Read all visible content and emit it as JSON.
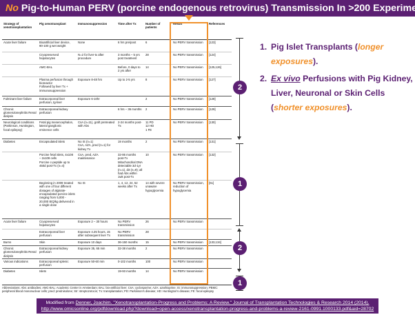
{
  "banner": {
    "no_word": "No",
    "title_rest": "Pig-to-Human PERV (porcine endogenous retrovirus) Transmission In >200 Experimental Subjects"
  },
  "table": {
    "headers": [
      "Strategy of xenotransplantation",
      "Pig xenotransplant",
      "Immunosuppression",
      "Time after Tx",
      "Number of patients",
      "Result",
      "References"
    ],
    "rows": [
      {
        "strategy": "Acute liver failure",
        "xeno": "Bioartificial liver device, 90-100 g wet weight",
        "immuno": "None",
        "time": "6 hrs pre/post",
        "num": "6",
        "result": "No PERV transmission",
        "ref": "[123]"
      },
      {
        "strategy": "",
        "xeno": "Cryopreserved hepatocytes",
        "immuno": "N=2 for liver-tx after procedure",
        "time": "3 months – 5 yrs post treatment",
        "num": "28",
        "result": "No PERV transmission",
        "ref": "[124]"
      },
      {
        "strategy": "",
        "xeno": "AMC-BAL",
        "immuno": "",
        "time": "Before, 0 days to 2 yrs after",
        "num": "14",
        "result": "No PERV transmission",
        "ref": "[125,126]"
      },
      {
        "strategy": "",
        "xeno": "Plasma perfusion through bioreactor",
        "xeno2": "Followed by liver Tx + immunosuppression",
        "immuno": "Exposure 8-48 hrs",
        "time": "Up to 2-5 yrs",
        "num": "8",
        "result": "No PERV transmission",
        "ref": "[127]"
      },
      {
        "strategy": "Fulminant liver failure",
        "xeno": "Extracorporeal liver perfusion, tg-liver",
        "immuno": "Exposure 6-10hr",
        "time": "",
        "num": "2",
        "result": "No PERV transmission",
        "ref": "[128]"
      },
      {
        "strategy": "Chronic glomerulonephritis Renal dialysis",
        "xeno": "Extracorporeal kidney perfusion",
        "immuno": "",
        "time": "6 hrs – 36 months",
        "num": "2",
        "result": "No PERV transmission",
        "ref": "[129]"
      },
      {
        "strategy": "Neurological conditions (Parkinson, Huntington, focal epilepsy)",
        "xeno": "Fetal pig mesencephalon, lateral ganglionic eminence cells",
        "immuno": "CsA (n=11), graft pretreated with Abs",
        "time": "2-24 months post-Tx",
        "num": "11 PD",
        "num2": "12 HD",
        "num3": "1 FE",
        "result": "No PERV transmission",
        "ref": "[130]"
      },
      {
        "strategy": "Diabetes",
        "xeno": "Encapsulated islets",
        "immuno": "No IS (n=1)",
        "immuno2": "CsA, AZA, pred (n=1) for kidney Tx",
        "time": "19 months",
        "num": "2",
        "result": "No PERV transmission",
        "ref": "[131]"
      },
      {
        "strategy": "",
        "xeno": "Porcine fetal islets, 4x108 – 2x109 cells",
        "xeno2": "Porcine c-peptide up to 450d post-Tx (n=4)",
        "immuno": "CsA, pred, AZA maintenance",
        "time": "32-86 months post-Tx",
        "time2": "Mitochondrial DNA detectable 3d-1yr (n=1), d3 (n=9); all had Abs within 1wk post-Tx",
        "num": "10",
        "result": "No PERV transmission",
        "ref": "[132]"
      },
      {
        "strategy": "",
        "xeno": "Beginning in 2009 treated with one of four different dosages of alginate-encapsulated porcine islets ranging from 5,000 - 20,000 IEQ/kg delivered in a single dose",
        "immuno": "No IS",
        "time": "1, 4, 12, 24, 52 weeks after Tx",
        "num": "14 with severe unaware hypoglycemia",
        "result": "No PERV transmission, reduction of hypoglycemia",
        "ref": "[61]"
      },
      {
        "strategy": "Acute liver failure",
        "xeno": "Cryopreserved hepatocytes",
        "immuno": "Exposure 2 – 30 hours",
        "time": "No PERV transmission",
        "num": "26",
        "result": "No PERV transmission",
        "ref": ""
      },
      {
        "strategy": "",
        "xeno": "Extracorporeal liver perfusion",
        "immuno": "Exposure 4.25 hours, 15 after subsequent liver Tx",
        "time": "No PERV transmission",
        "num": "28",
        "result": "",
        "ref": ""
      },
      {
        "strategy": "Burns",
        "xeno": "Skin",
        "immuno": "Exposure 10 days",
        "time": "36-150 months",
        "num": "15",
        "result": "No PERV transmission",
        "ref": "[133,134]"
      },
      {
        "strategy": "Chronic glomerulonephritis Renal dialysis",
        "xeno": "Extracorporeal kidney perfusion",
        "immuno": "Exposure 35, 65 min",
        "time": "32-38 months",
        "num": "2",
        "result": "No PERV transmission",
        "ref": ""
      },
      {
        "strategy": "Various indications",
        "xeno": "Extracorporeal splenic perfusion",
        "immuno": "Exposure 50-60 min",
        "time": "0-102 months",
        "num": "100",
        "result": "No PERV transmission",
        "ref": ""
      },
      {
        "strategy": "Diabetes",
        "xeno": "Islets",
        "immuno": "",
        "time": "19-93 months",
        "num": "14",
        "result": "No PERV transmission",
        "ref": ""
      }
    ],
    "abbreviations": "Abbreviations: Abs: antibodies; AMC-BAL: Academic Center in Amsterdam; BAL: bio-artificial liver; CsA: cyclosporine; AZA: azathioprine; IS: immunosuppression; PBMC: peripheral blood mononuclear cells; pred: prednisolone; Str: streptozotocin; Tx: transplantation; PD: Parkinson's disease; HD: Huntington's disease; FE: focal epilepsy"
  },
  "badges": {
    "two": "2",
    "one": "1"
  },
  "list": {
    "item1_num": "1.",
    "item1_text": "Pig Islet Transplants (",
    "item1_em": "longer exposures",
    "item1_end": ").",
    "item2_num": "2.",
    "item2_em_a": "Ex vivo",
    "item2_text": " Perfusions with Pig Kidney, Liver, Neuronal or Skin Cells (",
    "item2_em_b": "shorter exposures",
    "item2_end": ")."
  },
  "caption": {
    "line1_a": "Modified from ",
    "line1_author": "Denner, Joachim.",
    "line1_title": " \"Xenotransplantation-Progress and Problems: A Review.\" Journal of Transplantation Technologies & Research 2014 (2014).",
    "line2": "http://www.omicsonline.org/pdfdownload.php?download=open-access/xenotransplantation-progress-and-problems-a-review-2161-0991.1000133.pdf&aid=28702"
  },
  "colors": {
    "purple": "#5b1f72",
    "orange": "#f0902a"
  }
}
